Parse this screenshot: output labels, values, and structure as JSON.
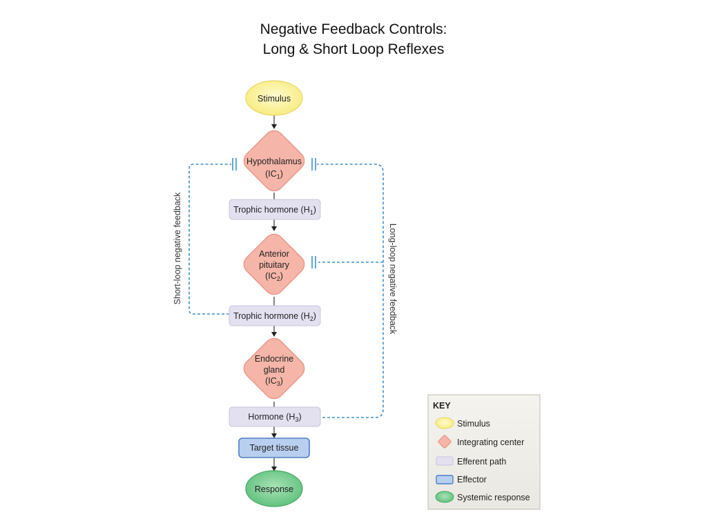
{
  "title": {
    "line1": "Negative Feedback Controls:",
    "line2": "Long & Short Loop Reflexes"
  },
  "nodes": {
    "stimulus": "Stimulus",
    "hypothalamus": {
      "line1": "Hypothalamus",
      "line2": "(IC",
      "sub": "1",
      "close": ")"
    },
    "trophic_h1": {
      "text": "Trophic hormone (H",
      "sub": "1",
      "close": ")"
    },
    "anterior_pituitary": {
      "line1": "Anterior",
      "line2": "pituitary",
      "line3": "(IC",
      "sub": "2",
      "close": ")"
    },
    "trophic_h2": {
      "text": "Trophic hormone (H",
      "sub": "2",
      "close": ")"
    },
    "endocrine_gland": {
      "line1": "Endocrine",
      "line2": "gland",
      "line3": "(IC",
      "sub": "3",
      "close": ")"
    },
    "hormone_h3": {
      "text": "Hormone (H",
      "sub": "3",
      "close": ")"
    },
    "target_tissue": "Target tissue",
    "response": "Response"
  },
  "loops": {
    "short": "Short-loop negative feedback",
    "long": "Long-loop negative feedback"
  },
  "key": {
    "title": "KEY",
    "items": {
      "stimulus": "Stimulus",
      "integrating_center": "Integrating center",
      "efferent_path": "Efferent path",
      "effector": "Effector",
      "systemic_response": "Systemic response"
    }
  },
  "colors": {
    "stimulus_fill": "#fbf3a0",
    "integrating_fill": "#f5b5a8",
    "efferent_fill": "#e3e0f0",
    "effector_fill": "#b9cff0",
    "response_fill": "#7fcf96",
    "feedback_line": "#3a8fc9"
  }
}
